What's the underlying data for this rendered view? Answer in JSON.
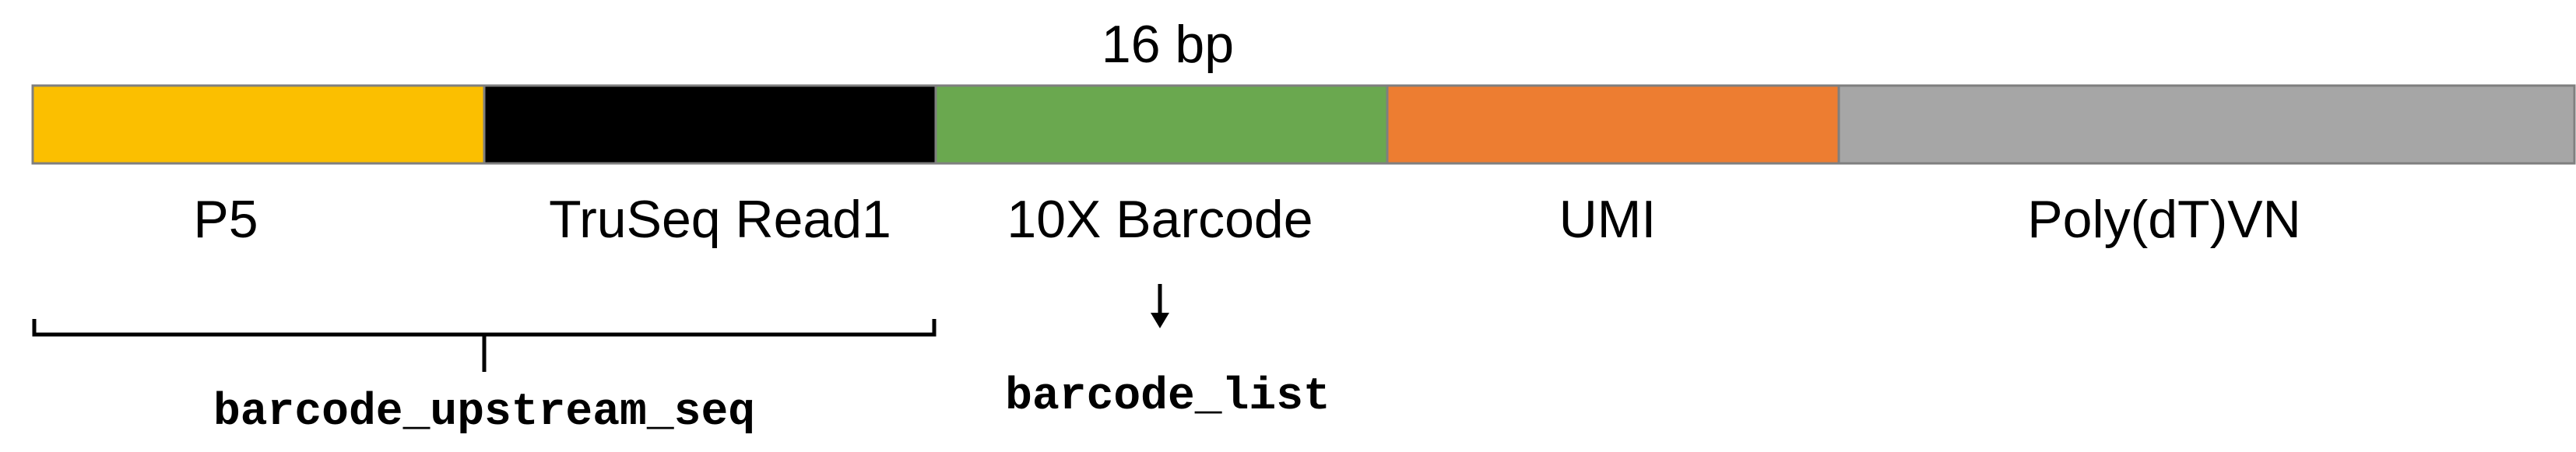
{
  "top_annotation": "16 bp",
  "segments": [
    {
      "label": "P5",
      "color": "#fbbf00"
    },
    {
      "label": "TruSeq Read1",
      "color": "#000000"
    },
    {
      "label": "10X Barcode",
      "color": "#6aa84f"
    },
    {
      "label": "UMI",
      "color": "#ed7d31"
    },
    {
      "label": "Poly(dT)VN",
      "color": "#a6a6a6"
    }
  ],
  "annotations": {
    "upstream_label": "barcode_upstream_seq",
    "barcode_list_label": "barcode_list"
  },
  "colors": {
    "outline": "#7f7f7f",
    "text": "#000000"
  }
}
